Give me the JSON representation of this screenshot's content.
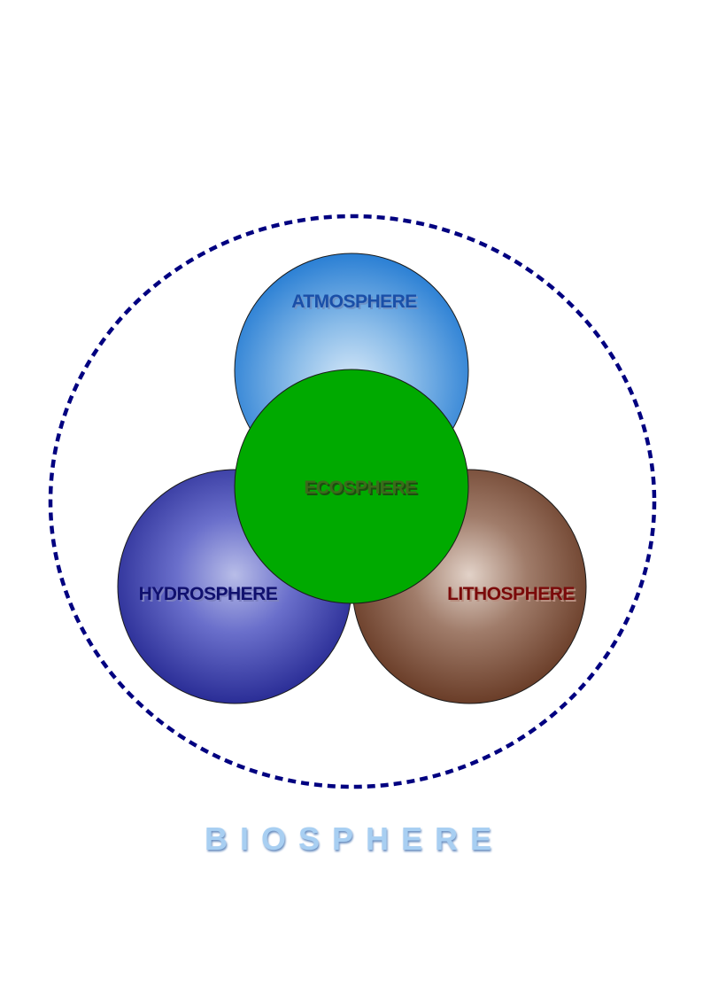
{
  "diagram": {
    "spheres": {
      "atmosphere": {
        "label": "ATMOSPHERE",
        "label_color": "#1a4fa8"
      },
      "ecosphere": {
        "label": "ECOSPHERE",
        "label_color": "#3c6a1c",
        "fill": "#00aa00"
      },
      "hydrosphere": {
        "label": "HYDROSPHERE",
        "label_color": "#10106e"
      },
      "lithosphere": {
        "label": "LITHOSPHERE",
        "label_color": "#7a0a0a"
      }
    },
    "boundary": {
      "color": "#000080",
      "style": "dashed"
    },
    "title": {
      "text": "BIOSPHERE",
      "color": "#a8cff2"
    }
  }
}
